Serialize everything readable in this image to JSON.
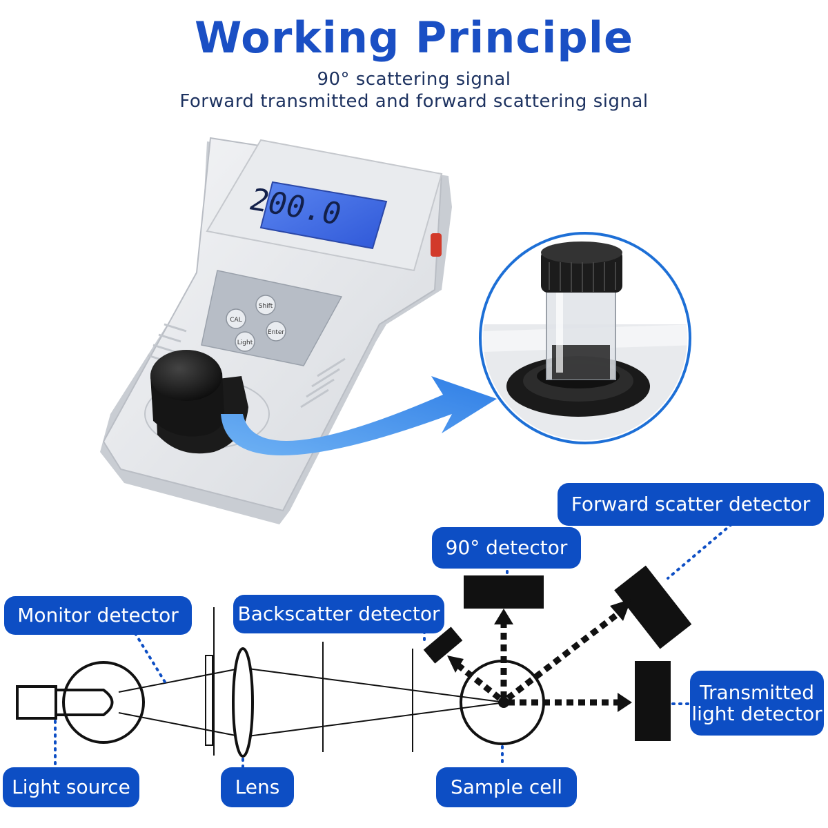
{
  "header": {
    "title": "Working Principle",
    "subtitle_line1": "90° scattering signal",
    "subtitle_line2": "Forward transmitted and forward scattering signal"
  },
  "device": {
    "display_reading": "200.0",
    "buttons": [
      "Shift",
      "CAL",
      "Enter",
      "Light"
    ]
  },
  "labels": {
    "monitor_detector": "Monitor detector",
    "backscatter_detector": "Backscatter detector",
    "detector_90": "90° detector",
    "forward_scatter_detector": "Forward scatter detector",
    "transmitted_line1": "Transmitted",
    "transmitted_line2": "light detector",
    "light_source": "Light source",
    "lens": "Lens",
    "sample_cell": "Sample cell"
  },
  "colors": {
    "title": "#1a4fc4",
    "label_bg": "#0d4ec4",
    "arrow": "#3a8ae8",
    "lcd": "#3f6fe6"
  }
}
